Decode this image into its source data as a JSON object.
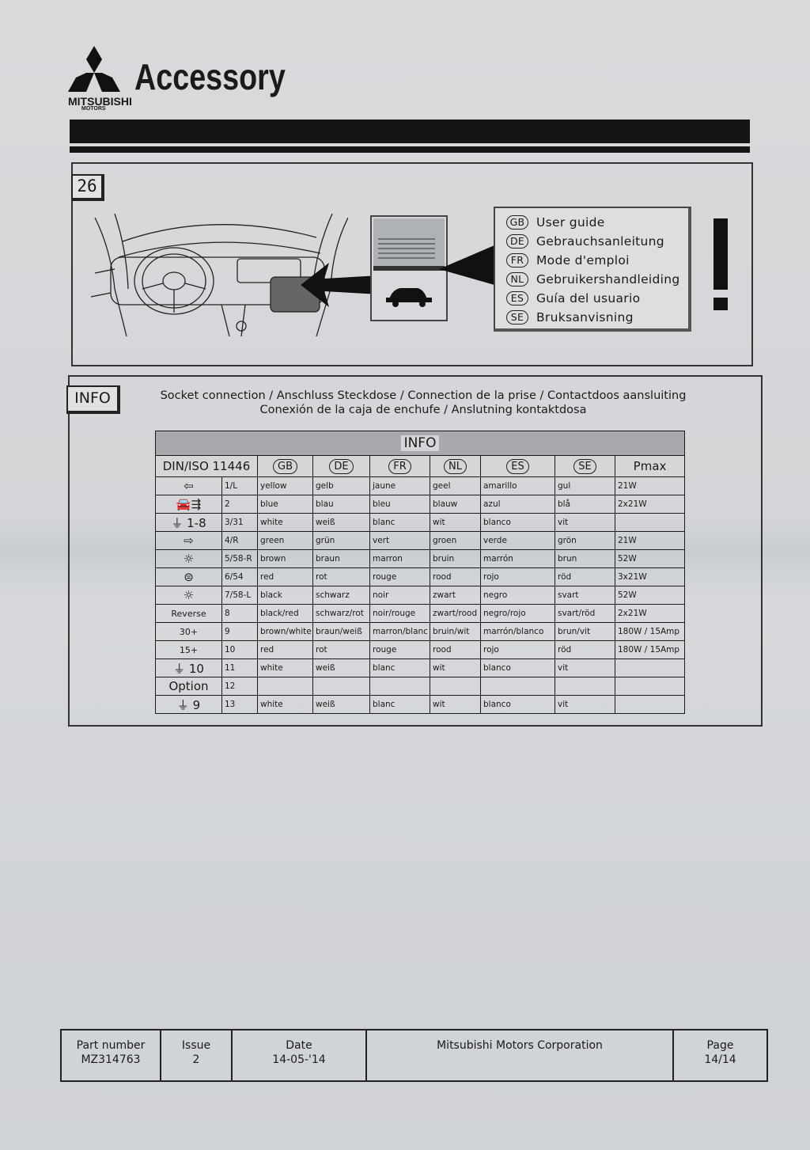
{
  "header": {
    "brand": "MITSUBISHI",
    "brand_sub": "MOTORS",
    "title": "Accessory"
  },
  "section26": {
    "number": "26",
    "guides": [
      {
        "code": "GB",
        "label": "User guide"
      },
      {
        "code": "DE",
        "label": "Gebrauchsanleitung"
      },
      {
        "code": "FR",
        "label": "Mode d'emploi"
      },
      {
        "code": "NL",
        "label": "Gebruikershandleiding"
      },
      {
        "code": "ES",
        "label": "Guía del usuario"
      },
      {
        "code": "SE",
        "label": "Bruksanvisning"
      }
    ]
  },
  "info": {
    "label": "INFO",
    "caption_line1": "Socket connection / Anschluss Steckdose / Connection de la prise / Contactdoos aansluiting",
    "caption_line2": "Conexión de la caja de enchufe / Anslutning kontaktdosa",
    "table_title": "INFO",
    "headers": [
      "DIN/ISO 11446",
      "GB",
      "DE",
      "FR",
      "NL",
      "ES",
      "SE",
      "Pmax"
    ],
    "rows": [
      {
        "sym": "⇦",
        "pin": "1/L",
        "gb": "yellow",
        "de": "gelb",
        "fr": "jaune",
        "nl": "geel",
        "es": "amarillo",
        "se": "gul",
        "pmax": "21W"
      },
      {
        "sym": "🚘⇶",
        "pin": "2",
        "gb": "blue",
        "de": "blau",
        "fr": "bleu",
        "nl": "blauw",
        "es": "azul",
        "se": "blå",
        "pmax": "2x21W"
      },
      {
        "sym": "⏚ 1-8",
        "pin": "3/31",
        "gb": "white",
        "de": "weiß",
        "fr": "blanc",
        "nl": "wit",
        "es": "blanco",
        "se": "vit",
        "pmax": ""
      },
      {
        "sym": "⇨",
        "pin": "4/R",
        "gb": "green",
        "de": "grün",
        "fr": "vert",
        "nl": "groen",
        "es": "verde",
        "se": "grön",
        "pmax": "21W"
      },
      {
        "sym": "☼",
        "pin": "5/58-R",
        "gb": "brown",
        "de": "braun",
        "fr": "marron",
        "nl": "bruin",
        "es": "marrón",
        "se": "brun",
        "pmax": "52W"
      },
      {
        "sym": "⊜",
        "pin": "6/54",
        "gb": "red",
        "de": "rot",
        "fr": "rouge",
        "nl": "rood",
        "es": "rojo",
        "se": "röd",
        "pmax": "3x21W"
      },
      {
        "sym": "☼",
        "pin": "7/58-L",
        "gb": "black",
        "de": "schwarz",
        "fr": "noir",
        "nl": "zwart",
        "es": "negro",
        "se": "svart",
        "pmax": "52W"
      },
      {
        "sym": "Reverse",
        "pin": "8",
        "gb": "black/red",
        "de": "schwarz/rot",
        "fr": "noir/rouge",
        "nl": "zwart/rood",
        "es": "negro/rojo",
        "se": "svart/röd",
        "pmax": "2x21W"
      },
      {
        "sym": "30+",
        "pin": "9",
        "gb": "brown/white",
        "de": "braun/weiß",
        "fr": "marron/blanc",
        "nl": "bruin/wit",
        "es": "marrón/blanco",
        "se": "brun/vit",
        "pmax": "180W / 15Amp"
      },
      {
        "sym": "15+",
        "pin": "10",
        "gb": "red",
        "de": "rot",
        "fr": "rouge",
        "nl": "rood",
        "es": "rojo",
        "se": "röd",
        "pmax": "180W / 15Amp"
      },
      {
        "sym": "⏚ 10",
        "pin": "11",
        "gb": "white",
        "de": "weiß",
        "fr": "blanc",
        "nl": "wit",
        "es": "blanco",
        "se": "vit",
        "pmax": ""
      },
      {
        "sym": "Option",
        "pin": "12",
        "gb": "",
        "de": "",
        "fr": "",
        "nl": "",
        "es": "",
        "se": "",
        "pmax": ""
      },
      {
        "sym": "⏚ 9",
        "pin": "13",
        "gb": "white",
        "de": "weiß",
        "fr": "blanc",
        "nl": "wit",
        "es": "blanco",
        "se": "vit",
        "pmax": ""
      }
    ]
  },
  "footer": {
    "part_label": "Part number",
    "part_value": "MZ314763",
    "issue_label": "Issue",
    "issue_value": "2",
    "date_label": "Date",
    "date_value": "14-05-'14",
    "company": "Mitsubishi Motors Corporation",
    "page_label": "Page",
    "page_value": "14/14"
  }
}
